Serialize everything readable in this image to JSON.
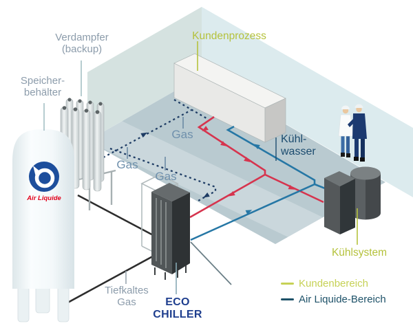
{
  "diagram": {
    "labels": {
      "verdampfer": {
        "line1": "Verdampfer",
        "line2": "(backup)"
      },
      "speicherbehaelter": {
        "line1": "Speicher-",
        "line2": "behälter"
      },
      "kundenprozess": "Kundenprozess",
      "gas": "Gas",
      "kuehlwasser": {
        "line1": "Kühl-",
        "line2": "wasser"
      },
      "tiefkaltes_gas": {
        "line1": "Tiefkaltes",
        "line2": "Gas"
      },
      "eco_chiller": {
        "line1": "ECO",
        "line2": "CHILLER"
      },
      "kuehlsystem": "Kühlsystem",
      "tank_brand": "Air Liquide"
    },
    "legend": {
      "items": [
        {
          "label": "Kundenbereich",
          "color": "#c6d155"
        },
        {
          "label": "Air Liquide-Bereich",
          "color": "#1d5168"
        }
      ]
    },
    "colors": {
      "customer_accent": "#b5c23c",
      "air_liquide_accent": "#1d5168",
      "warm_water_pipe": "#d6344e",
      "cold_water_pipe": "#2677a5",
      "gas_line_dashed": "#1e3c64",
      "cryogenic_line": "#2d2d2d",
      "brand_red": "#e2001a",
      "brand_blue": "#1d4e9c",
      "wall_left": "#d5e2e0",
      "wall_right": "#dcebee",
      "floor": "#b9cad0"
    }
  }
}
